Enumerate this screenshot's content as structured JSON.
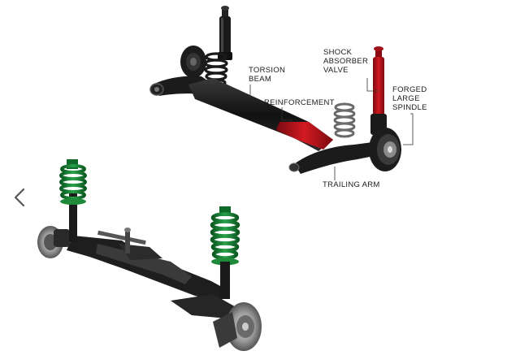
{
  "labels": {
    "torsion_beam": "TORSION\nBEAM",
    "reinforcement": "REINFORCEMENT",
    "shock_absorber_valve": "SHOCK\nABSORBER\nVALVE",
    "forged_large_spindle": "FORGED\nLARGE\nSPINDLE",
    "trailing_arm": "TRAILING ARM"
  },
  "navigation": {
    "prev_icon": "chevron-left-icon"
  },
  "colors": {
    "highlight_red": "#c0111b",
    "spring_green": "#1f8a3a",
    "metal_dark": "#1b1b1b",
    "metal_mid": "#4a4a4a",
    "metal_light": "#8a8a8a"
  }
}
